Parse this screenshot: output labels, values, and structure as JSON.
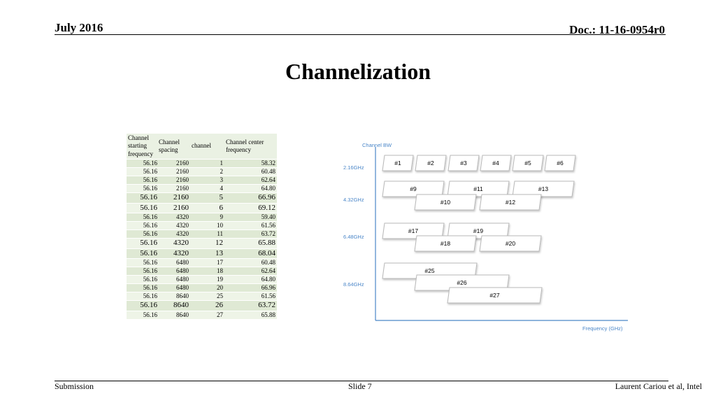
{
  "header": {
    "date": "July 2016",
    "doc": "Doc.: 11-16-0954r0"
  },
  "title": "Channelization",
  "footer": {
    "left": "Submission",
    "middle": "Slide 7",
    "right": "Laurent Cariou et al, Intel"
  },
  "table": {
    "headers": [
      "Channel starting frequency",
      "Channel spacing",
      "channel",
      "Channel center frequency"
    ],
    "rows": [
      [
        "56.16",
        "2160",
        "1",
        "58.32"
      ],
      [
        "56.16",
        "2160",
        "2",
        "60.48"
      ],
      [
        "56.16",
        "2160",
        "3",
        "62.64"
      ],
      [
        "56.16",
        "2160",
        "4",
        "64.80"
      ],
      [
        "56.16",
        "2160",
        "5",
        "66.96"
      ],
      [
        "56.16",
        "2160",
        "6",
        "69.12"
      ],
      [
        "56.16",
        "4320",
        "9",
        "59.40"
      ],
      [
        "56.16",
        "4320",
        "10",
        "61.56"
      ],
      [
        "56.16",
        "4320",
        "11",
        "63.72"
      ],
      [
        "56.16",
        "4320",
        "12",
        "65.88"
      ],
      [
        "56.16",
        "4320",
        "13",
        "68.04"
      ],
      [
        "56.16",
        "6480",
        "17",
        "60.48"
      ],
      [
        "56.16",
        "6480",
        "18",
        "62.64"
      ],
      [
        "56.16",
        "6480",
        "19",
        "64.80"
      ],
      [
        "56.16",
        "6480",
        "20",
        "66.96"
      ],
      [
        "56.16",
        "8640",
        "25",
        "61.56"
      ],
      [
        "56.16",
        "8640",
        "26",
        "63.72"
      ],
      [
        "56.16",
        "8640",
        "27",
        "65.88"
      ]
    ]
  },
  "diagram": {
    "y_axis_label": "Channel BW",
    "x_axis_label": "Frequency (GHz)",
    "bandwidths": [
      "2.16GHz",
      "4.32GHz",
      "6.48GHz",
      "8.64GHz"
    ],
    "channels": [
      "#1",
      "#2",
      "#3",
      "#4",
      "#5",
      "#6",
      "#9",
      "#11",
      "#13",
      "#10",
      "#12",
      "#17",
      "#19",
      "#18",
      "#20",
      "#25",
      "#26",
      "#27"
    ],
    "colors": {
      "axis": "#4a86c8",
      "label": "#4a86c8",
      "box_stroke": "#b8b8b8",
      "box_fill": "#ffffff"
    }
  }
}
